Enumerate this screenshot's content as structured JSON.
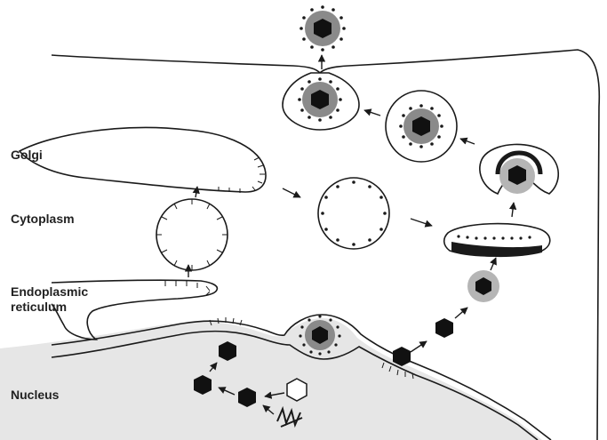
{
  "labels": {
    "golgi": "Golgi",
    "cytoplasm": "Cytoplasm",
    "er_line1": "Endoplasmic",
    "er_line2": "reticulum",
    "nucleus": "Nucleus"
  },
  "colors": {
    "outline": "#1a1a1a",
    "nucleus_fill": "#e6e6e6",
    "capsid": "#111111",
    "tegument": "#8a8a8a",
    "light_tegument": "#b5b5b5",
    "background": "#ffffff"
  }
}
